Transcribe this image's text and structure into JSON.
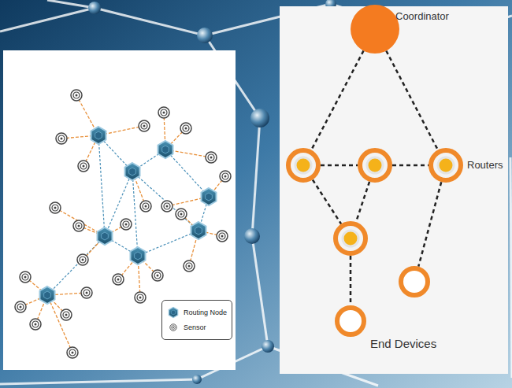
{
  "diagram": {
    "nodes": [
      {
        "text": [
          "Coordinator"
        ]
      },
      {
        "text": []
      },
      {
        "text": []
      },
      {
        "text": [
          "Routers"
        ]
      },
      {
        "text": []
      },
      {
        "text": []
      },
      {
        "text": [
          "End Devices"
        ]
      }
    ],
    "edges": [
      {
        "from": 0,
        "to": 1,
        "arrow": "none"
      },
      {
        "from": 0,
        "to": 3,
        "arrow": "none"
      },
      {
        "from": 1,
        "to": 2,
        "arrow": "none"
      },
      {
        "from": 2,
        "to": 3,
        "arrow": "none"
      },
      {
        "from": 1,
        "to": 4,
        "arrow": "none"
      },
      {
        "from": 2,
        "to": 4,
        "arrow": "none"
      },
      {
        "from": 3,
        "to": 5,
        "arrow": "none"
      },
      {
        "from": 4,
        "to": 6,
        "arrow": "none"
      }
    ],
    "legend": [
      {
        "text": "Routing Node"
      },
      {
        "text": "Sensor"
      }
    ]
  }
}
